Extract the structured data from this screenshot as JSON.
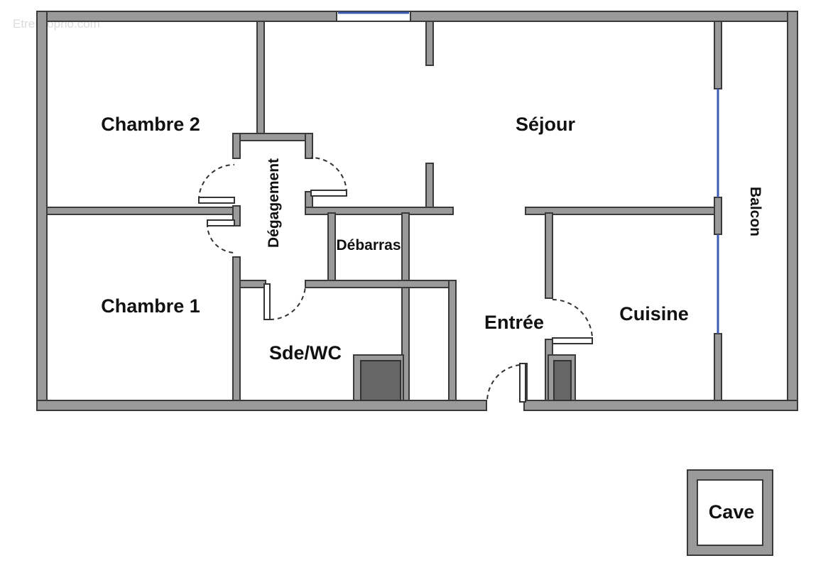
{
  "watermark": "EtreProprio.com",
  "rooms": {
    "chambre2": "Chambre 2",
    "sejour": "Séjour",
    "degagement": "Dégagement",
    "balcon": "Balcon",
    "debarras": "Débarras",
    "chambre1": "Chambre 1",
    "entree": "Entrée",
    "cuisine": "Cuisine",
    "sde_wc": "Sde/WC",
    "cave": "Cave"
  },
  "colors": {
    "wall": "#9a9a9a",
    "window": "#3a5bb0",
    "duct": "#666666"
  }
}
